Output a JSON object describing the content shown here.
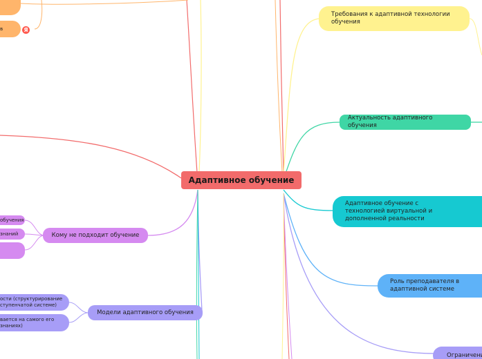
{
  "central": {
    "label": "Адаптивное обучение"
  },
  "right_nodes": {
    "requirements": "Требования к адаптивной технологии обучения",
    "relevance": "Актуальность адаптивного обучения",
    "vr_ar": "Адаптивное обучение с технологией виртуальной и дополненной реальности",
    "teacher_role": "Роль преподавателя в адаптивной системе",
    "limitations": "Ограничени"
  },
  "left_nodes": {
    "not_suitable": "Кому не подходит обучение",
    "not_suitable_children": [
      "обучения",
      "знаний",
      ""
    ],
    "models": "Модели адаптивного обучения",
    "models_children": [
      "ости (структурирование ступенчатой системе)",
      "вается на самого его знаниях)"
    ],
    "top_child": "в"
  },
  "badge": {
    "label": "Я"
  },
  "colors": {
    "central": "#f26b6b",
    "yellow": "#fff28f",
    "green": "#3fd6a5",
    "teal": "#16c9d1",
    "blue": "#5eb2f8",
    "violet": "#a79df7",
    "purple": "#d58af0",
    "orange": "#ffb56b",
    "badge": "#ff5a4f"
  }
}
